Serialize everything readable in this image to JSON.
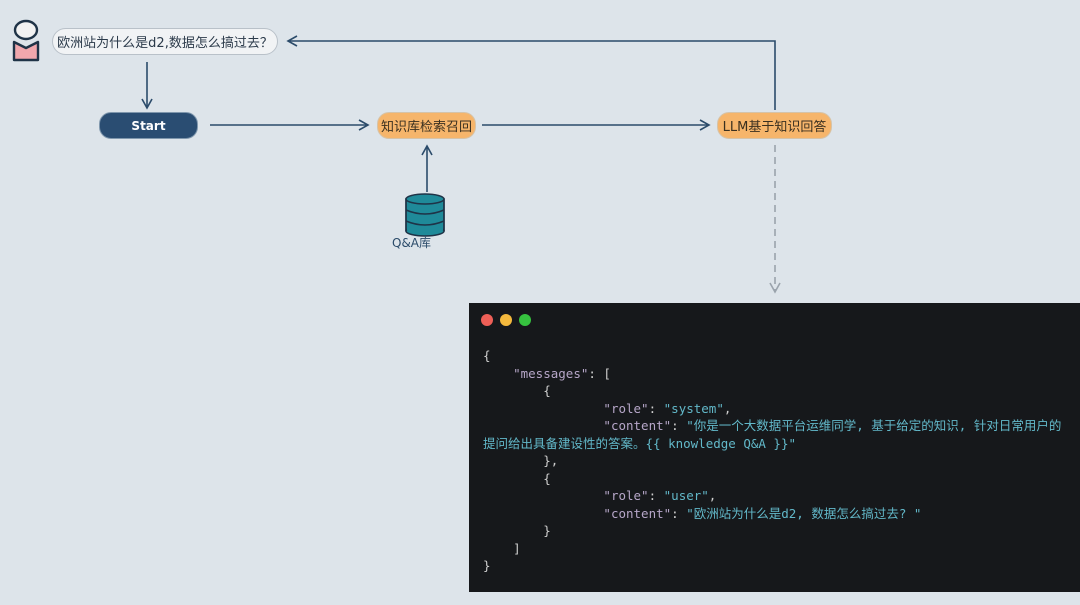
{
  "flow": {
    "question": "欧洲站为什么是d2,数据怎么搞过去？",
    "start_label": "Start",
    "retrieve_label": "知识库检索召回",
    "llm_label": "LLM基于知识回答",
    "db_label": "Q&A库"
  },
  "icons": {
    "user": "user-icon",
    "database": "database-icon"
  },
  "colors": {
    "background": "#dde4ea",
    "start_node": "#2a4d72",
    "process_node": "#f6b56b",
    "database": "#1f8a99",
    "edge": "#2b4b6a",
    "code_bg": "#16181b"
  },
  "code_window": {
    "window_buttons": [
      "#ee5f57",
      "#f4b93d",
      "#36c23f"
    ],
    "lines": [
      {
        "indent": "",
        "parts": [
          {
            "t": "p",
            "v": "{"
          }
        ]
      },
      {
        "indent": "    ",
        "parts": [
          {
            "t": "k",
            "v": "\"messages\""
          },
          {
            "t": "p",
            "v": ": ["
          }
        ]
      },
      {
        "indent": "        ",
        "parts": [
          {
            "t": "p",
            "v": "{"
          }
        ]
      },
      {
        "indent": "                ",
        "parts": [
          {
            "t": "k",
            "v": "\"role\""
          },
          {
            "t": "p",
            "v": ": "
          },
          {
            "t": "s",
            "v": "\"system\""
          },
          {
            "t": "p",
            "v": ","
          }
        ]
      },
      {
        "indent": "                ",
        "parts": [
          {
            "t": "k",
            "v": "\"content\""
          },
          {
            "t": "p",
            "v": ": "
          },
          {
            "t": "s",
            "v": "\"你是一个大数据平台运维同学, 基于给定的知识, 针对日常用户的"
          }
        ]
      },
      {
        "indent": "",
        "parts": [
          {
            "t": "s",
            "v": "提问给出具备建设性的答案。{{ knowledge Q&A }}\""
          }
        ]
      },
      {
        "indent": "        ",
        "parts": [
          {
            "t": "p",
            "v": "},"
          }
        ]
      },
      {
        "indent": "        ",
        "parts": [
          {
            "t": "p",
            "v": "{"
          }
        ]
      },
      {
        "indent": "                ",
        "parts": [
          {
            "t": "k",
            "v": "\"role\""
          },
          {
            "t": "p",
            "v": ": "
          },
          {
            "t": "s",
            "v": "\"user\""
          },
          {
            "t": "p",
            "v": ","
          }
        ]
      },
      {
        "indent": "                ",
        "parts": [
          {
            "t": "k",
            "v": "\"content\""
          },
          {
            "t": "p",
            "v": ": "
          },
          {
            "t": "s",
            "v": "\"欧洲站为什么是d2, 数据怎么搞过去? \""
          }
        ]
      },
      {
        "indent": "        ",
        "parts": [
          {
            "t": "p",
            "v": "}"
          }
        ]
      },
      {
        "indent": "    ",
        "parts": [
          {
            "t": "p",
            "v": "]"
          }
        ]
      },
      {
        "indent": "",
        "parts": [
          {
            "t": "p",
            "v": "}"
          }
        ]
      }
    ]
  }
}
